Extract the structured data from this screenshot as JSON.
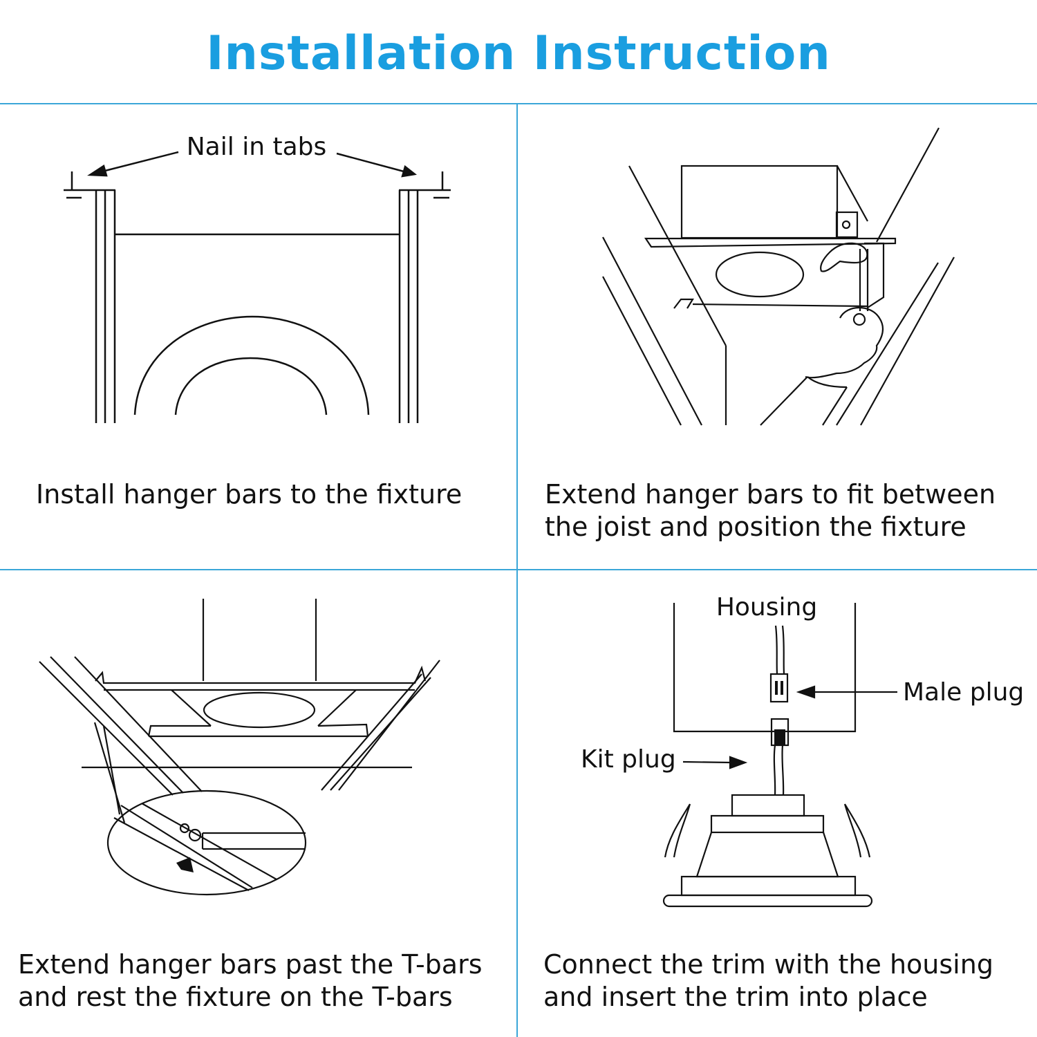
{
  "title": "Installation Instruction",
  "steps": [
    {
      "caption_lines": [
        "Install hanger bars to the fixture"
      ],
      "labels": {
        "nail_tabs": "Nail in tabs"
      }
    },
    {
      "caption_lines": [
        "Extend hanger bars to fit between",
        "the joist and position the fixture"
      ]
    },
    {
      "caption_lines": [
        "Extend hanger bars past the T-bars",
        "and rest the fixture on the T-bars"
      ]
    },
    {
      "caption_lines": [
        "Connect the trim with the housing",
        "and insert the trim into place"
      ],
      "labels": {
        "housing": "Housing",
        "male_plug": "Male plug",
        "kit_plug": "Kit plug"
      }
    }
  ],
  "colors": {
    "accent": "#1a9ee0",
    "divider": "#3aa6d8",
    "line_art": "#111111"
  }
}
